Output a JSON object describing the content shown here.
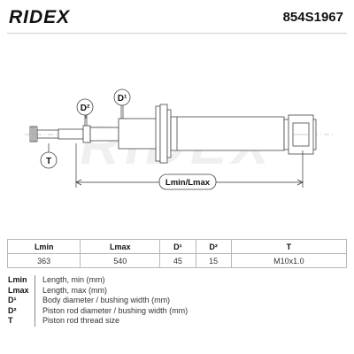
{
  "header": {
    "brand": "RIDEX",
    "part_number": "854S1967"
  },
  "diagram": {
    "labels": {
      "d1": "D¹",
      "d2": "D²",
      "t": "T",
      "length": "Lmin/Lmax"
    },
    "watermark": "RIDEX"
  },
  "spec_table": {
    "headers": [
      "Lmin",
      "Lmax",
      "D¹",
      "D²",
      "T"
    ],
    "values": [
      "363",
      "540",
      "45",
      "15",
      "M10x1.0"
    ]
  },
  "legend": [
    {
      "key": "Lmin",
      "text": "Length, min (mm)"
    },
    {
      "key": "Lmax",
      "text": "Length, max (mm)"
    },
    {
      "key": "D¹",
      "text": "Body diameter / bushing width (mm)"
    },
    {
      "key": "D²",
      "text": "Piston rod diameter / bushing width (mm)"
    },
    {
      "key": "T",
      "text": "Piston rod thread size"
    }
  ]
}
